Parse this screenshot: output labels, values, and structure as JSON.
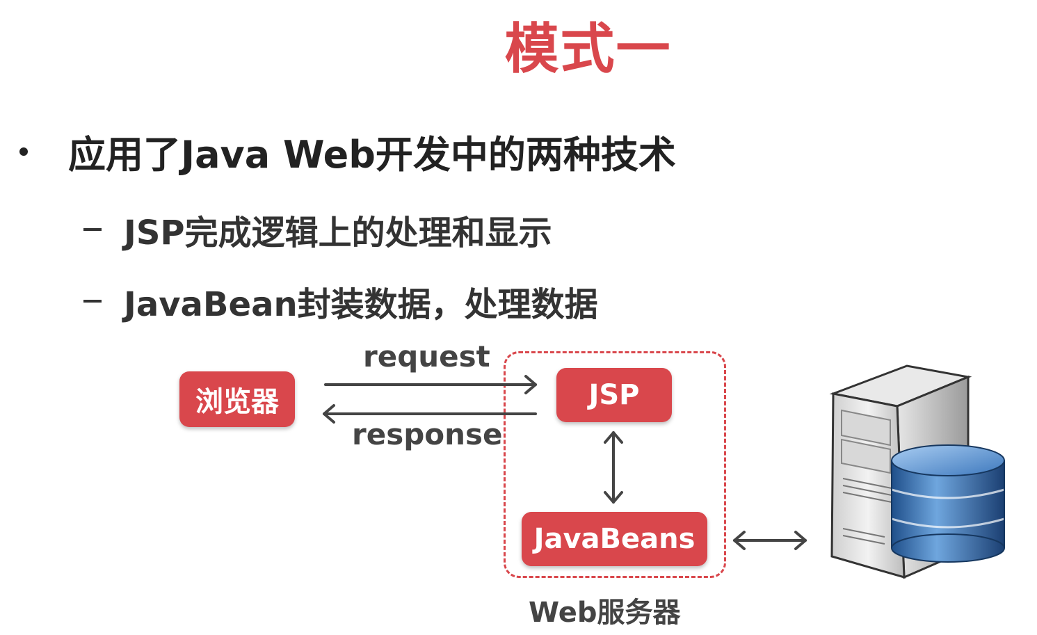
{
  "slide": {
    "title": "模式一",
    "bullet": "应用了Java Web开发中的两种技术",
    "sub_points": [
      "JSP完成逻辑上的处理和显示",
      "JavaBean封装数据，处理数据"
    ]
  },
  "diagram": {
    "browser": "浏览器",
    "jsp": "JSP",
    "javabeans": "JavaBeans",
    "request": "request",
    "response": "response",
    "server_label": "Web服务器"
  },
  "colors": {
    "accent": "#d9474c",
    "text": "#222222",
    "arrow": "#444444"
  },
  "icons": {
    "server": "server-tower-icon",
    "database": "database-cylinder-icon"
  }
}
